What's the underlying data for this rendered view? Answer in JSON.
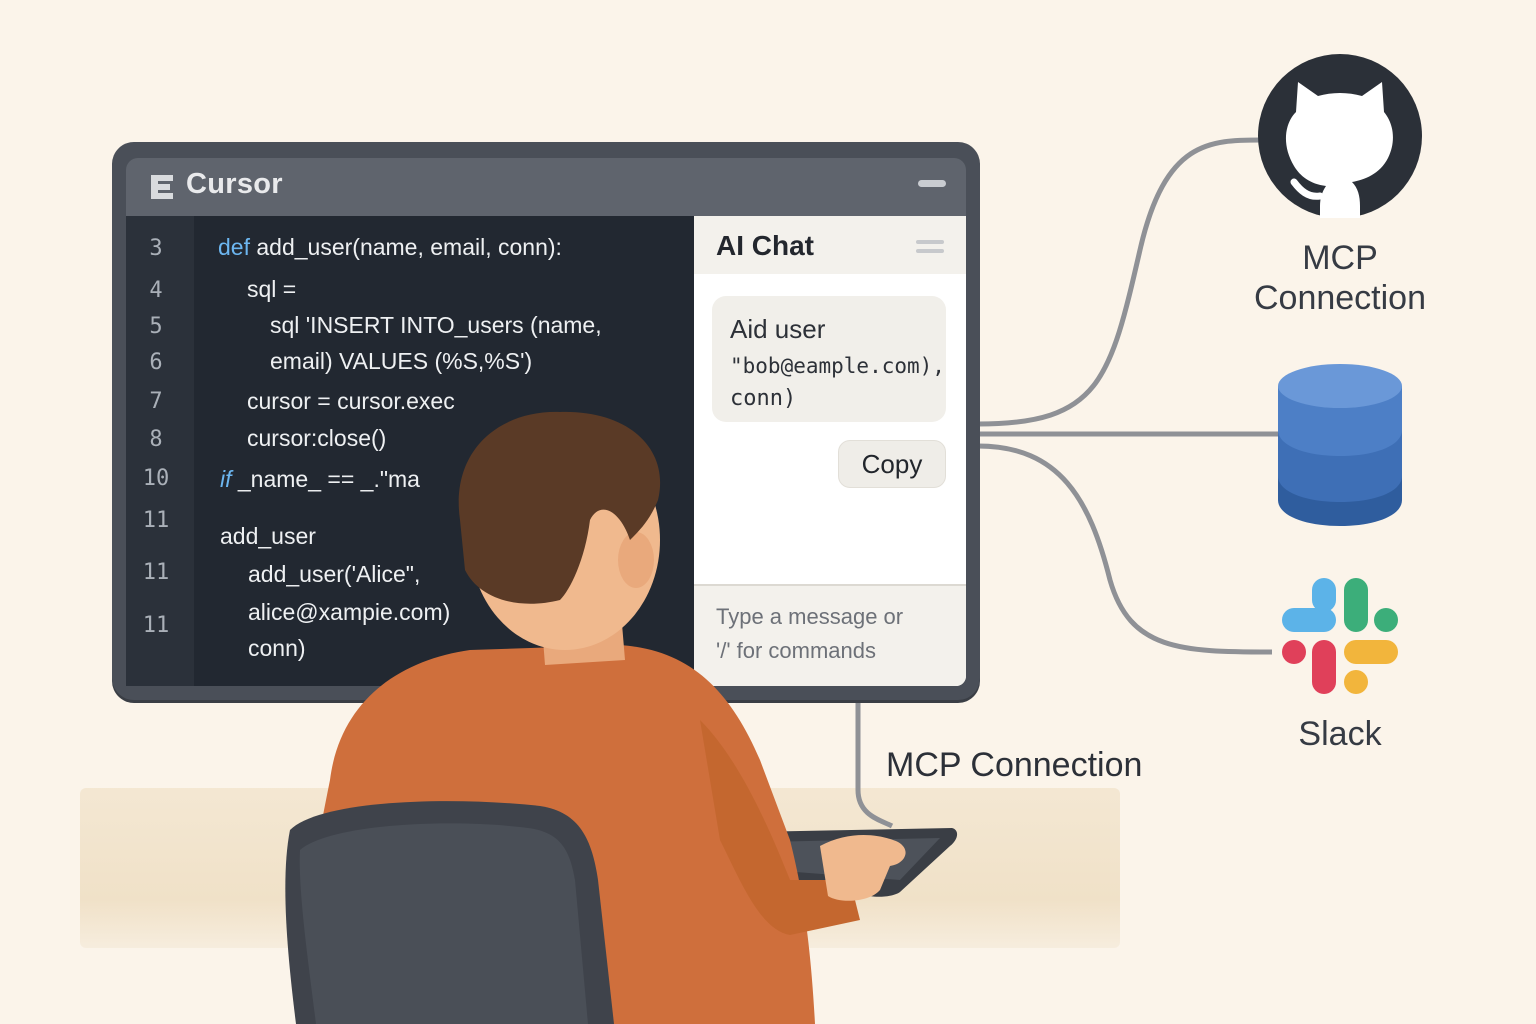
{
  "app": {
    "name": "Cursor"
  },
  "editor": {
    "lines": [
      {
        "num": "3",
        "keyword": "def",
        "text": " add_user(name, email, conn):"
      },
      {
        "num": "4",
        "keyword": "",
        "text": "sql ="
      },
      {
        "num": "5",
        "keyword": "",
        "text": "sql 'INSERT INTO_users (name,"
      },
      {
        "num": "6",
        "keyword": "",
        "text": "email) VALUES (%S,%S')"
      },
      {
        "num": "7",
        "keyword": "",
        "text": "cursor = cursor.exec"
      },
      {
        "num": "8",
        "keyword": "",
        "text": "cursor:close()"
      },
      {
        "num": "10",
        "keyword": "if",
        "text": " _name_ == _.\"ma"
      },
      {
        "num": "11",
        "keyword": "",
        "text": "add_user"
      },
      {
        "num": "11",
        "keyword": "",
        "text": "add_user('Alice\","
      },
      {
        "num": "11",
        "keyword": "",
        "text": "alice@xampie.com)"
      },
      {
        "num": "",
        "keyword": "",
        "text": "conn)"
      }
    ]
  },
  "chat": {
    "title": "AI Chat",
    "message_lines": [
      "Aid user",
      "\"bob@eample.com),",
      "conn)"
    ],
    "copy_label": "Copy",
    "input_placeholder_line1": "Type a message or",
    "input_placeholder_line2": "'/' for commands"
  },
  "connections": {
    "cable_label": "MCP Connection",
    "github_label_line1": "MCP",
    "github_label_line2": "Connection",
    "slack_label": "Slack"
  },
  "colors": {
    "monitor_frame": "#4a4f58",
    "editor_bg": "#222831",
    "keyword": "#6cb6f0",
    "shirt": "#cf6f3c",
    "hair": "#5a3a26",
    "github": "#2b3038",
    "database": "#3e6fb6",
    "slack_blue": "#5cb3e8",
    "slack_green": "#3cae7a",
    "slack_red": "#e0405a",
    "slack_yellow": "#f2b53c"
  }
}
